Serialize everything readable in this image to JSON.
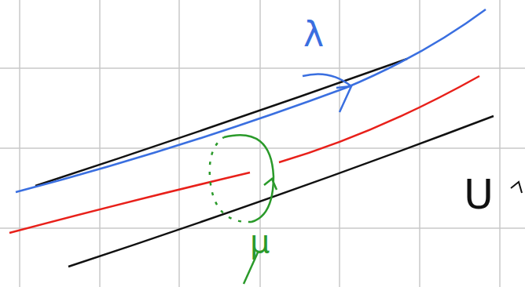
{
  "diagram": {
    "labels": [
      "λ",
      "μ",
      "U"
    ]
  }
}
